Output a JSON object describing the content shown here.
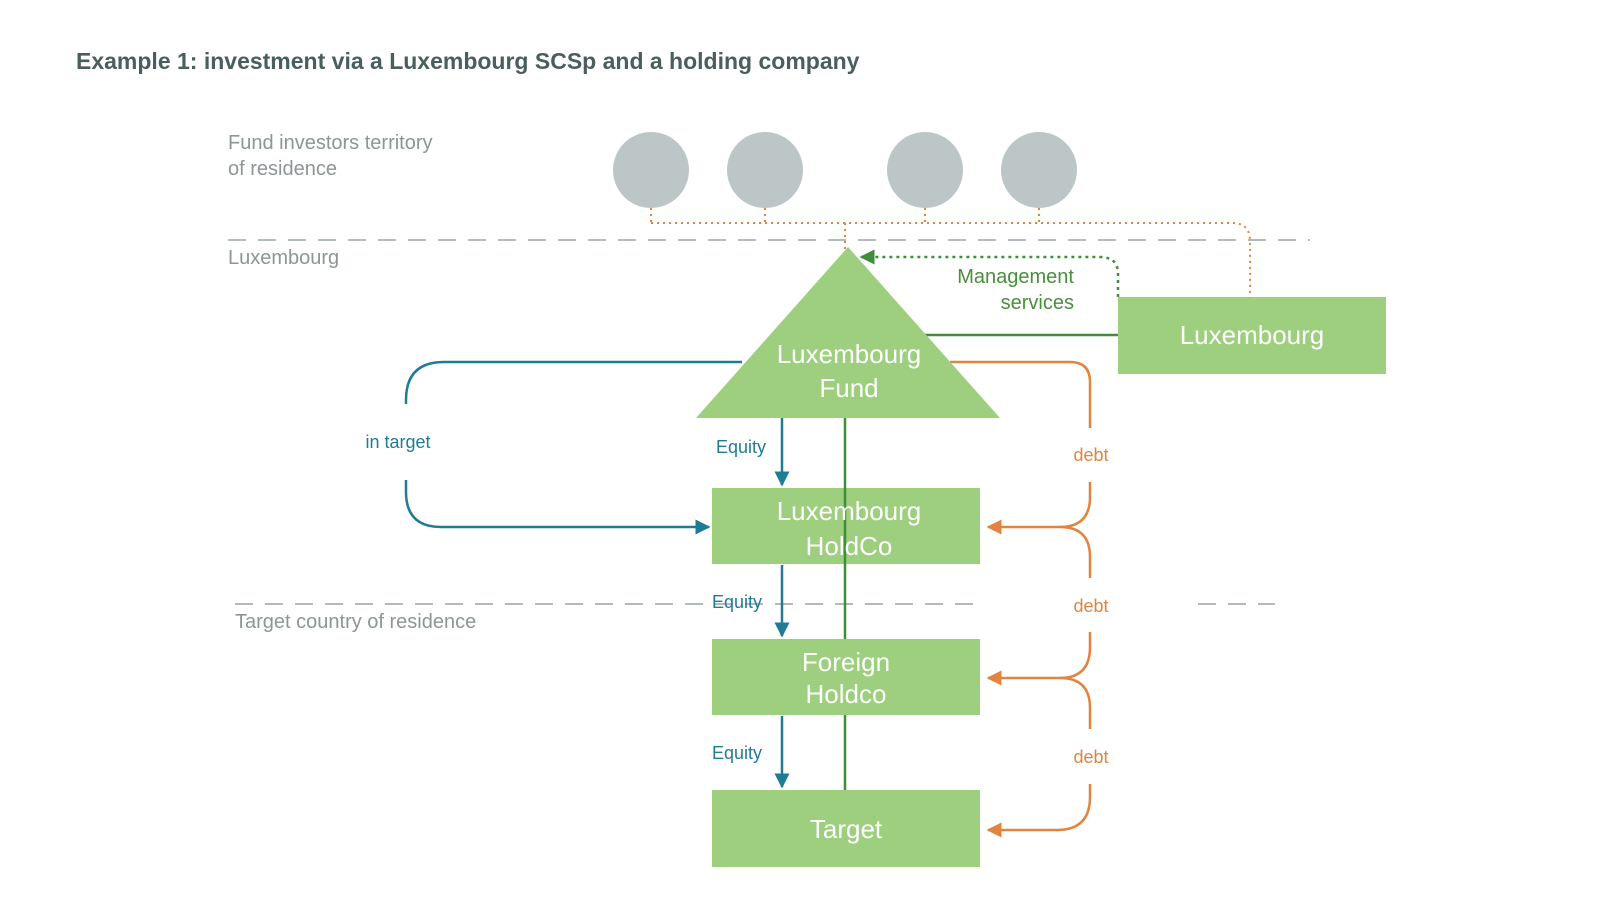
{
  "title": "Example 1: investment via a Luxembourg SCSp and a holding company",
  "regions": {
    "investors_line1": "Fund investors territory",
    "investors_line2": "of residence",
    "luxembourg": "Luxembourg",
    "target_country": "Target country of residence"
  },
  "investors": {
    "count": 4,
    "color": "#bcc6c6"
  },
  "entities": {
    "fund_line1": "Luxembourg",
    "fund_line2": "Fund",
    "manager": "Luxembourg",
    "holdco_line1": "Luxembourg",
    "holdco_line2": "HoldCo",
    "foreign_line1": "Foreign",
    "foreign_line2": "Holdco",
    "target": "Target"
  },
  "flows": {
    "management_line1": "Management",
    "management_line2": "services",
    "in_target": "in target",
    "equity_1": "Equity",
    "equity_2": "Equity",
    "equity_3": "Equity",
    "debt_1": "debt",
    "debt_2": "debt",
    "debt_3": "debt"
  },
  "colors": {
    "entity_green": "#9dcf7e",
    "equity_teal": "#1f7c95",
    "debt_orange": "#e0843f",
    "management_green": "#3f8f3a",
    "divider_gray": "#9aa3a3"
  }
}
